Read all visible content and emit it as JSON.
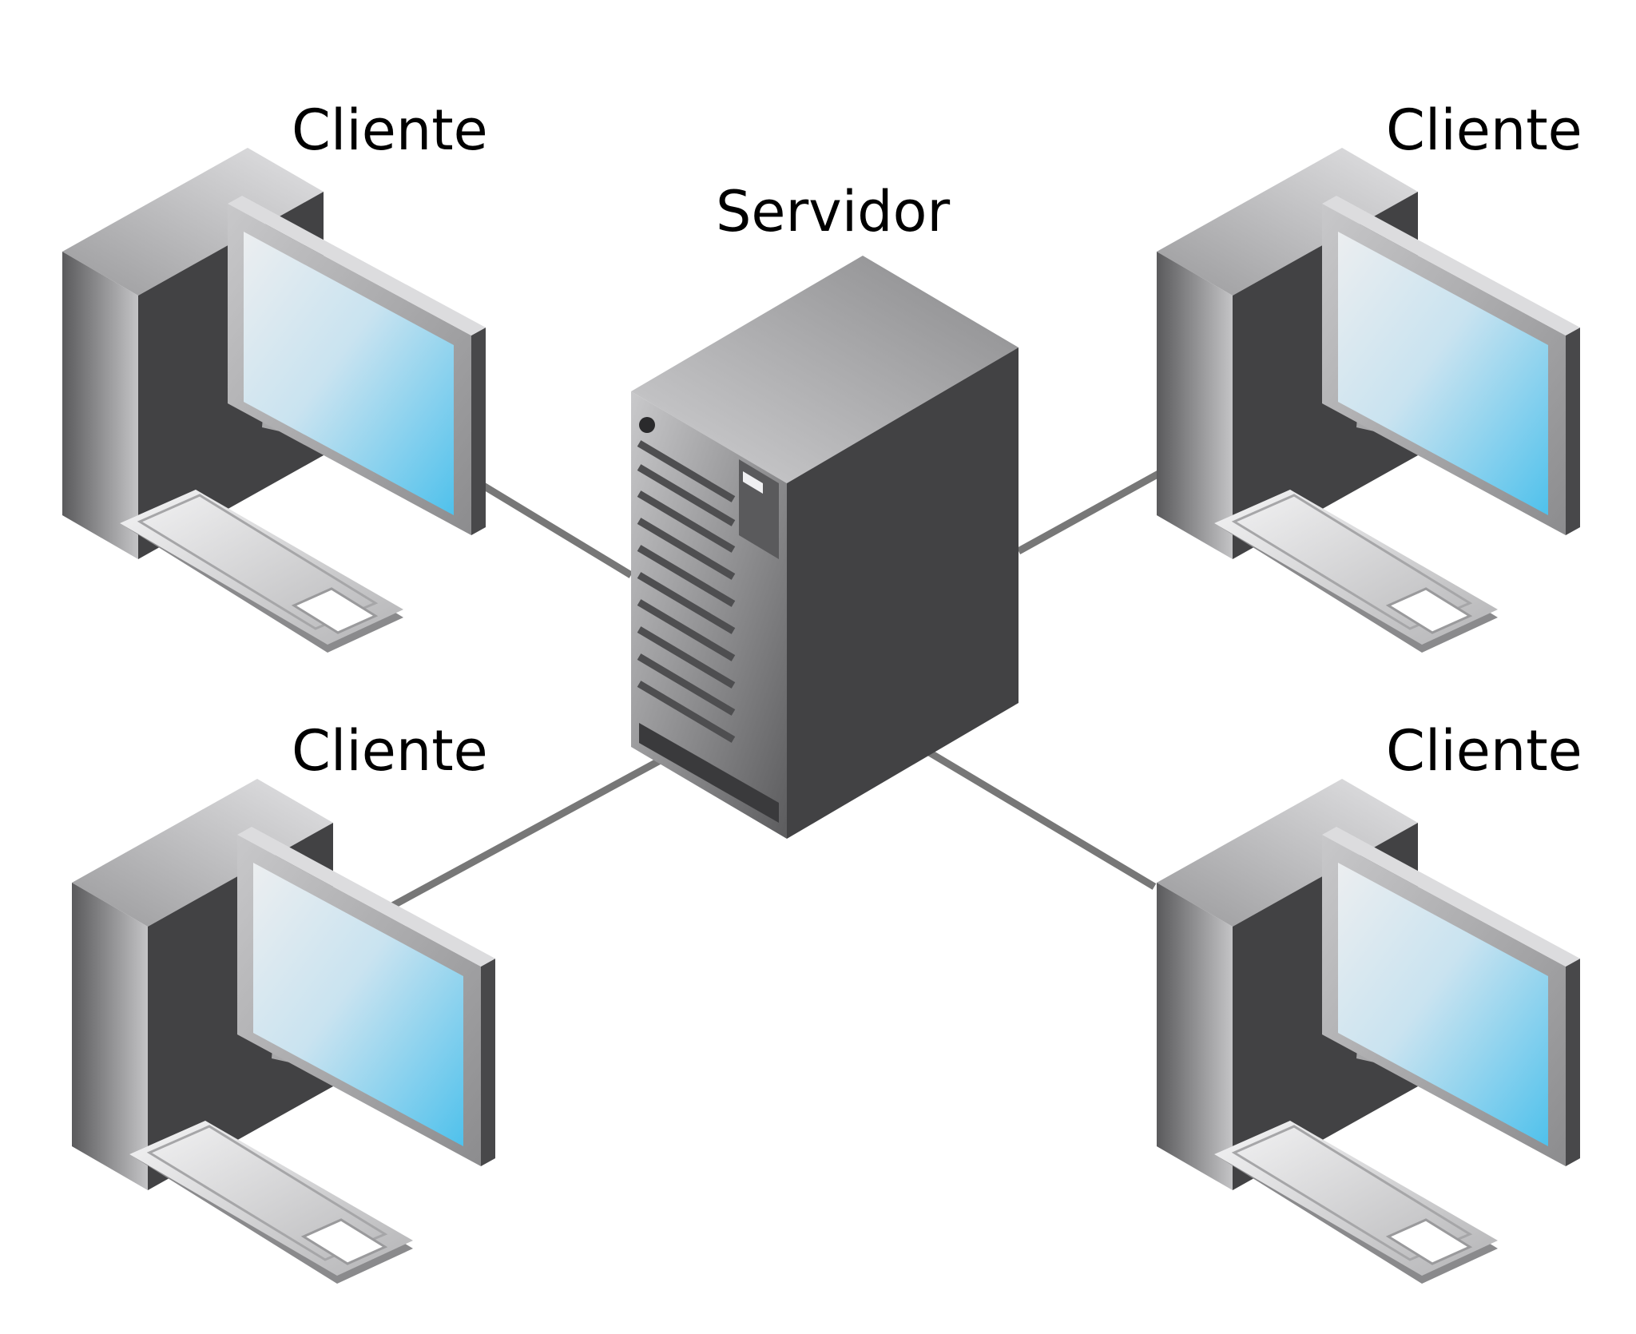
{
  "server": {
    "label": "Servidor"
  },
  "clients": [
    {
      "id": "top-left",
      "label": "Cliente"
    },
    {
      "id": "top-right",
      "label": "Cliente"
    },
    {
      "id": "bottom-left",
      "label": "Cliente"
    },
    {
      "id": "bottom-right",
      "label": "Cliente"
    }
  ],
  "colors": {
    "connection": "#777777",
    "screen_light": "#e6e8eb",
    "screen_blue": "#4fc1ec",
    "body_dark": "#424244",
    "body_light": "#d8d8da"
  }
}
